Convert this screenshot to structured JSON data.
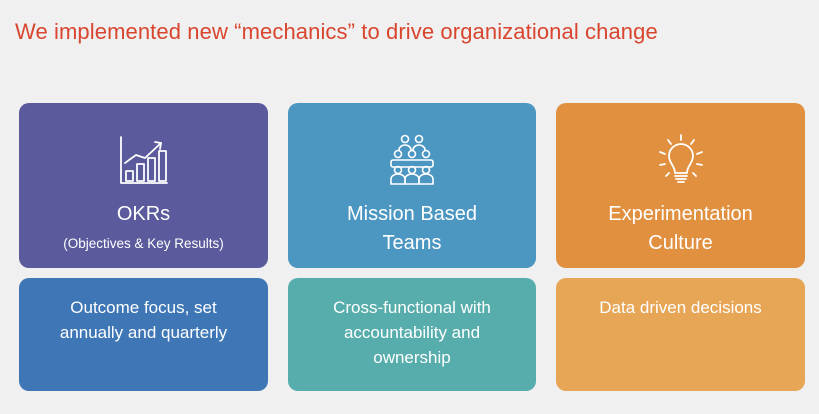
{
  "slide": {
    "title": "We implemented new “mechanics” to drive organizational change"
  },
  "columns": [
    {
      "icon": "bar-chart-growth-icon",
      "title_lines": [
        "OKRs"
      ],
      "subtitle": "(Objectives & Key Results)",
      "description_lines": [
        "Outcome focus, set",
        "annually and quarterly"
      ],
      "colors": {
        "top": "#5a5a9c",
        "bottom": "#3e76b6"
      }
    },
    {
      "icon": "team-people-icon",
      "title_lines": [
        "Mission Based",
        "Teams"
      ],
      "description_lines": [
        "Cross-functional with",
        "accountability and",
        "ownership"
      ],
      "colors": {
        "top": "#4c96c2",
        "bottom": "#56adab"
      }
    },
    {
      "icon": "lightbulb-icon",
      "title_lines": [
        "Experimentation",
        "Culture"
      ],
      "description_lines": [
        "Data driven decisions"
      ],
      "colors": {
        "top": "#e0903f",
        "bottom": "#e7a556"
      }
    }
  ],
  "colors": {
    "title": "#d9452e",
    "background": "#f0f0f0"
  }
}
